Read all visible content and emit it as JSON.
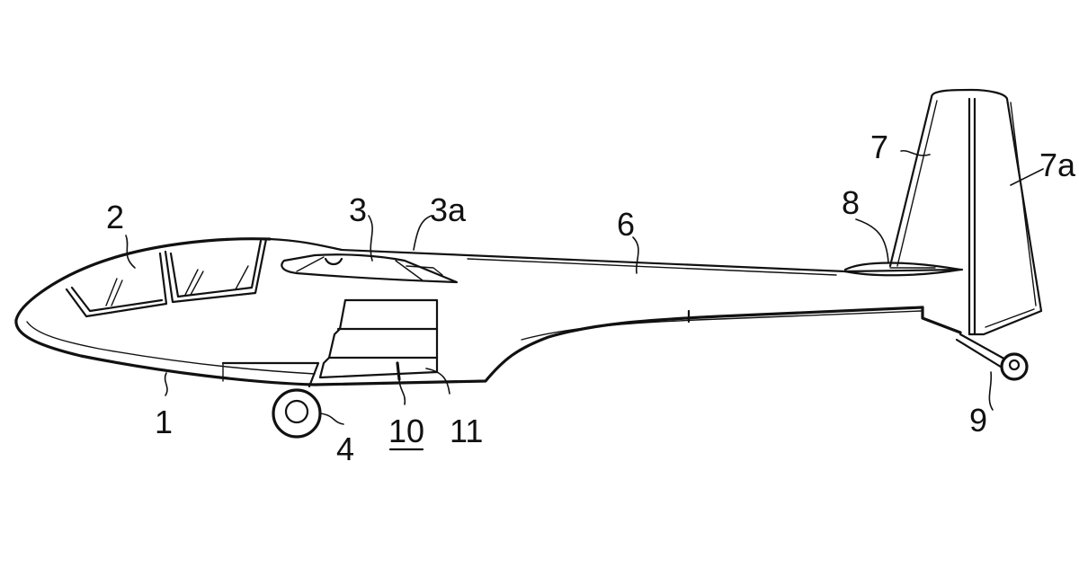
{
  "figure": {
    "subject": "Glider side elevation (patent drawing)",
    "ink_color": "#111111",
    "background_color": "#ffffff"
  },
  "labels": {
    "fuselage_nose": "1",
    "canopy": "2",
    "wing_root": "3",
    "wing_fairing": "3a",
    "main_wheel": "4",
    "tail_boom": "6",
    "vertical_fin": "7",
    "rudder": "7a",
    "horizontal_stabilizer": "8",
    "tail_wheel": "9",
    "air_brake_assembly": "10",
    "air_brake_panel": "11"
  }
}
